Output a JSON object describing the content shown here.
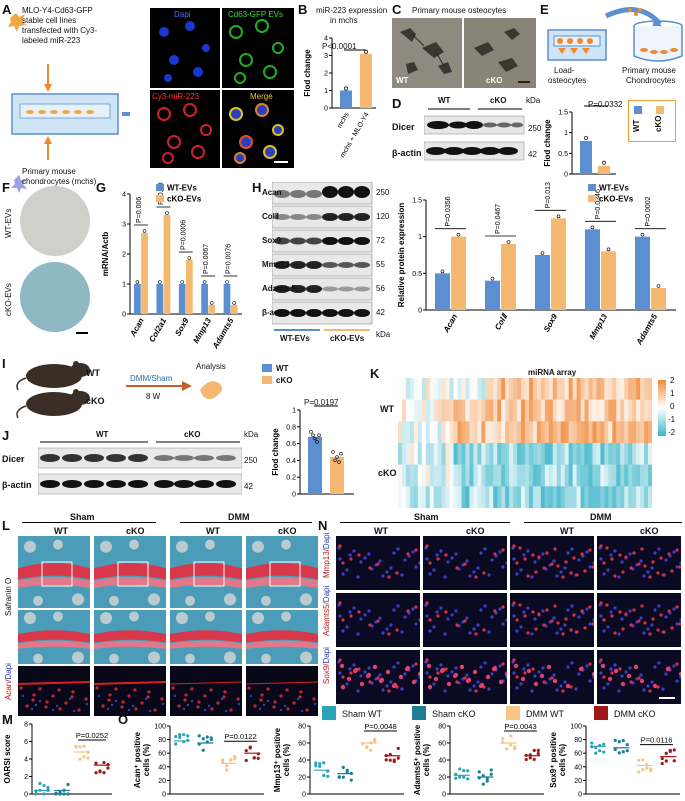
{
  "panels": {
    "A": "A",
    "B": "B",
    "C": "C",
    "D": "D",
    "E": "E",
    "F": "F",
    "G": "G",
    "H": "H",
    "I": "I",
    "J": "J",
    "K": "K",
    "L": "L",
    "M": "M",
    "N": "N",
    "O": "O"
  },
  "A": {
    "line1": "MLO-Y4-Cd63-GFP",
    "line2": "stable cell lines",
    "line3": "transfected with Cy3-",
    "line4": "labeled miR-223",
    "mchs1": "Primary mouse",
    "mchs2": "chondrocytes (mchs)",
    "dapi": "Dapi",
    "cd63": "Cd63-GFP  EVs",
    "cy3": "Cy3-miR-223",
    "merge": "Merge"
  },
  "B": {
    "title1": "miR-223 expression",
    "title2": "in mchs",
    "p": "P<0.0001",
    "ylabel": "Flod change"
  },
  "C": {
    "title": "Primary mouse osteocytes",
    "wt": "WT",
    "cko": "cKO"
  },
  "D": {
    "wt": "WT",
    "cko": "cKO",
    "kda": "kDa",
    "dicer": "Dicer",
    "actin": "β-actin",
    "m1": "250",
    "m2": "42",
    "p": "P=0.0332",
    "ylabel": "Flod change",
    "leg_wt": "WT",
    "leg_cko": "cKO"
  },
  "E": {
    "load1": "Load-",
    "load2": "osteocytes",
    "prim1": "Primary mouse",
    "prim2": "Chondrocytes"
  },
  "F": {
    "wt": "WT-EVs",
    "cko": "cKO-EVs"
  },
  "G": {
    "ylabel": "mRNA/Actb",
    "leg_wt": "WT-EVs",
    "leg_cko": "cKO-EVs",
    "p": [
      "P=0.006",
      "P=0.0056",
      "P=0.0006",
      "P=0.0067",
      "P=0.0076"
    ]
  },
  "H": {
    "bands": [
      "Acan",
      "ColⅡ",
      "Sox9",
      "Mmp13",
      "Adamts5",
      "β-actin"
    ],
    "kda": [
      "250",
      "120",
      "72",
      "55",
      "56",
      "42"
    ],
    "kda_label": "kDa",
    "wt": "WT-EVs",
    "cko": "cKO-EVs",
    "ylabel": "Relative protein expression",
    "leg_wt": "WT-EVs",
    "leg_cko": "cKO-EVs",
    "p": [
      "P=0.0356",
      "P=0.0467",
      "P=0.0134",
      "P=0.0346",
      "P=0.0002"
    ]
  },
  "I": {
    "wt": "WT",
    "cko": "cKO",
    "dmm": "DMM/Sham",
    "time": "8 W",
    "analysis": "Analysis",
    "leg_wt": "WT",
    "leg_cko": "cKO"
  },
  "J": {
    "wt": "WT",
    "cko": "cKO",
    "kda": "kDa",
    "dicer": "Dicer",
    "actin": "β-actin",
    "m1": "250",
    "m2": "42",
    "p": "P=0.0197",
    "ylabel": "Flod change"
  },
  "K": {
    "title": "miRNA array",
    "wt": "WT",
    "cko": "cKO",
    "scale": [
      "2",
      "1",
      "0",
      "-1",
      "-2"
    ]
  },
  "L": {
    "sham": "Sham",
    "dmm": "DMM",
    "wt1": "WT",
    "cko1": "cKO",
    "wt2": "WT",
    "cko2": "cKO",
    "row1": "Safranin O",
    "row3a": "Acan/",
    "row3b": "Dapi"
  },
  "N": {
    "sham": "Sham",
    "dmm": "DMM",
    "wt1": "WT",
    "cko1": "cKO",
    "wt2": "WT",
    "cko2": "cKO",
    "rows": [
      [
        "Mmp13/",
        "Dapi"
      ],
      [
        "Adamts5/",
        "Dapi"
      ],
      [
        "Sox9/",
        "Dapi"
      ]
    ],
    "legend": [
      "Sham WT",
      "Sham cKO",
      "DMM WT",
      "DMM cKO"
    ]
  },
  "M": {
    "ylabel": "OARSI score",
    "p": "P=0.0252"
  },
  "O": {
    "charts": [
      {
        "ylabel1": "Acan⁺ positive",
        "ylabel2": "cells (%)",
        "p": "P=0.0122"
      },
      {
        "ylabel1": "Mmp13⁺ positive",
        "ylabel2": "cells (%)",
        "p": "P=0.0048"
      },
      {
        "ylabel1": "Adamts5⁺ positive",
        "ylabel2": "cells (%)",
        "p": "P=0.0043"
      },
      {
        "ylabel1": "Sox9⁺ positive",
        "ylabel2": "cells (%)",
        "p": "P=0.0116"
      }
    ]
  },
  "colors": {
    "wt": "#5b8fd1",
    "cko": "#f4b870",
    "sham_wt": "#2aa3b8",
    "sham_cko": "#1c7f93",
    "dmm_wt": "#f8c585",
    "dmm_cko": "#a01818"
  },
  "chart_data": [
    {
      "id": "B",
      "type": "bar",
      "categories": [
        "mchs",
        "mchs + MLO-Y4"
      ],
      "values": [
        1.0,
        3.1
      ],
      "ylim": [
        0,
        4
      ],
      "yticks": [
        0,
        1,
        2,
        3,
        4
      ],
      "ylabel": "Flod change",
      "title": "miR-223 expression in mchs"
    },
    {
      "id": "D",
      "type": "bar",
      "categories": [
        "WT",
        "cKO"
      ],
      "values": [
        0.8,
        0.2
      ],
      "ylim": [
        0,
        1.5
      ],
      "yticks": [
        0.0,
        0.5,
        1.0,
        1.5
      ],
      "ylabel": "Flod change"
    },
    {
      "id": "G",
      "type": "bar",
      "categories": [
        "Acan",
        "Col2a1",
        "Sox9",
        "Mmp13",
        "Adamts5"
      ],
      "ylim": [
        0,
        4
      ],
      "yticks": [
        0,
        1,
        2,
        3,
        4
      ],
      "ylabel": "mRNA/Actb",
      "series": [
        {
          "name": "WT-EVs",
          "values": [
            1.0,
            1.0,
            1.0,
            1.0,
            1.0
          ]
        },
        {
          "name": "cKO-EVs",
          "values": [
            2.7,
            3.3,
            1.8,
            0.3,
            0.3
          ]
        }
      ]
    },
    {
      "id": "H",
      "type": "bar",
      "categories": [
        "Acan",
        "ColⅡ",
        "Sox9",
        "Mmp13",
        "Adamts5"
      ],
      "ylim": [
        0,
        1.5
      ],
      "yticks": [
        0.0,
        0.5,
        1.0,
        1.5
      ],
      "ylabel": "Relative protein expression",
      "series": [
        {
          "name": "WT-EVs",
          "values": [
            0.5,
            0.4,
            0.75,
            1.1,
            1.0
          ]
        },
        {
          "name": "cKO-EVs",
          "values": [
            1.0,
            0.9,
            1.25,
            0.8,
            0.3
          ]
        }
      ]
    },
    {
      "id": "J",
      "type": "bar",
      "categories": [
        "WT",
        "cKO"
      ],
      "values": [
        0.68,
        0.44
      ],
      "ylim": [
        0,
        1.0
      ],
      "yticks": [
        0.0,
        0.2,
        0.4,
        0.6,
        0.8,
        1.0
      ],
      "ylabel": "Flod change"
    },
    {
      "id": "M",
      "type": "scatter",
      "categories": [
        "Sham WT",
        "Sham cKO",
        "DMM WT",
        "DMM cKO"
      ],
      "values": [
        0.4,
        0.4,
        4.8,
        3.3
      ],
      "ylim": [
        0,
        8
      ],
      "yticks": [
        0,
        2,
        4,
        6,
        8
      ],
      "ylabel": "OARSI score"
    },
    {
      "id": "O1",
      "type": "scatter",
      "categories": [
        "Sham WT",
        "Sham cKO",
        "DMM WT",
        "DMM cKO"
      ],
      "values": [
        78,
        75,
        45,
        60
      ],
      "ylim": [
        0,
        100
      ],
      "yticks": [
        0,
        20,
        40,
        60,
        80,
        100
      ]
    },
    {
      "id": "O2",
      "type": "scatter",
      "categories": [
        "Sham WT",
        "Sham cKO",
        "DMM WT",
        "DMM cKO"
      ],
      "values": [
        28,
        24,
        60,
        45
      ],
      "ylim": [
        0,
        80
      ],
      "yticks": [
        0,
        20,
        40,
        60,
        80
      ]
    },
    {
      "id": "O3",
      "type": "scatter",
      "categories": [
        "Sham WT",
        "Sham cKO",
        "DMM WT",
        "DMM cKO"
      ],
      "values": [
        22,
        20,
        60,
        45
      ],
      "ylim": [
        0,
        80
      ],
      "yticks": [
        0,
        20,
        40,
        60,
        80
      ]
    },
    {
      "id": "O4",
      "type": "scatter",
      "categories": [
        "Sham WT",
        "Sham cKO",
        "DMM WT",
        "DMM cKO"
      ],
      "values": [
        70,
        68,
        42,
        55
      ],
      "ylim": [
        0,
        100
      ],
      "yticks": [
        0,
        20,
        40,
        60,
        80,
        100
      ]
    }
  ]
}
